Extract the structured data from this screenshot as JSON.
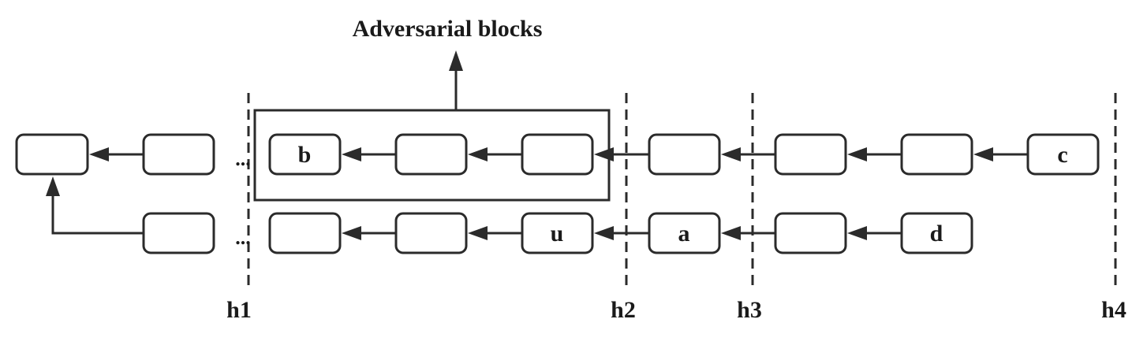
{
  "title": "Adversarial blocks",
  "ellipsis": "...",
  "top_chain": {
    "blocks": [
      "",
      "",
      "b",
      "",
      "",
      "",
      "",
      "",
      "c"
    ]
  },
  "bottom_chain": {
    "blocks": [
      "",
      "",
      "u",
      "a",
      "",
      "d"
    ]
  },
  "dividers": [
    "h1",
    "h2",
    "h3",
    "h4"
  ],
  "colors": {
    "stroke": "#2b2b2b",
    "text": "#1a1a1a",
    "background": "#ffffff"
  }
}
